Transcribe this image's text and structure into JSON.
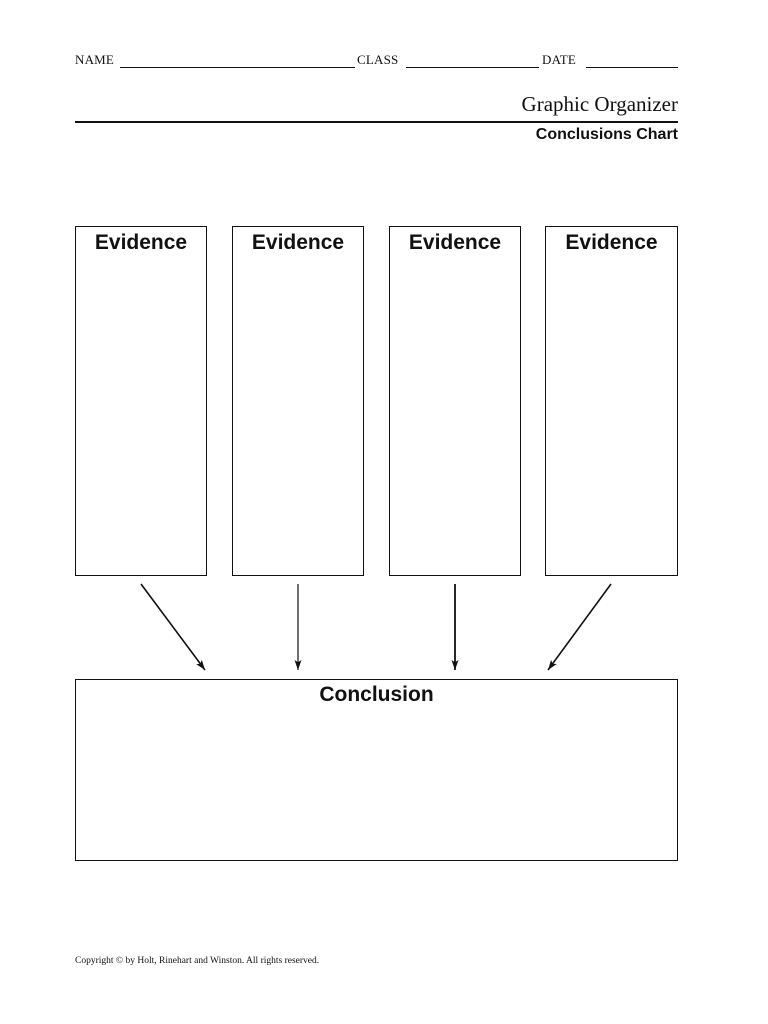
{
  "header": {
    "name_label": "NAME",
    "class_label": "CLASS",
    "date_label": "DATE"
  },
  "title": {
    "section": "Graphic Organizer",
    "chart_name": "Conclusions Chart"
  },
  "evidence_boxes": [
    {
      "label": "Evidence"
    },
    {
      "label": "Evidence"
    },
    {
      "label": "Evidence"
    },
    {
      "label": "Evidence"
    }
  ],
  "conclusion": {
    "label": "Conclusion"
  },
  "footer": {
    "copyright": "Copyright © by Holt, Rinehart and Winston. All rights reserved."
  },
  "colors": {
    "ink": "#111111",
    "paper": "#ffffff"
  }
}
